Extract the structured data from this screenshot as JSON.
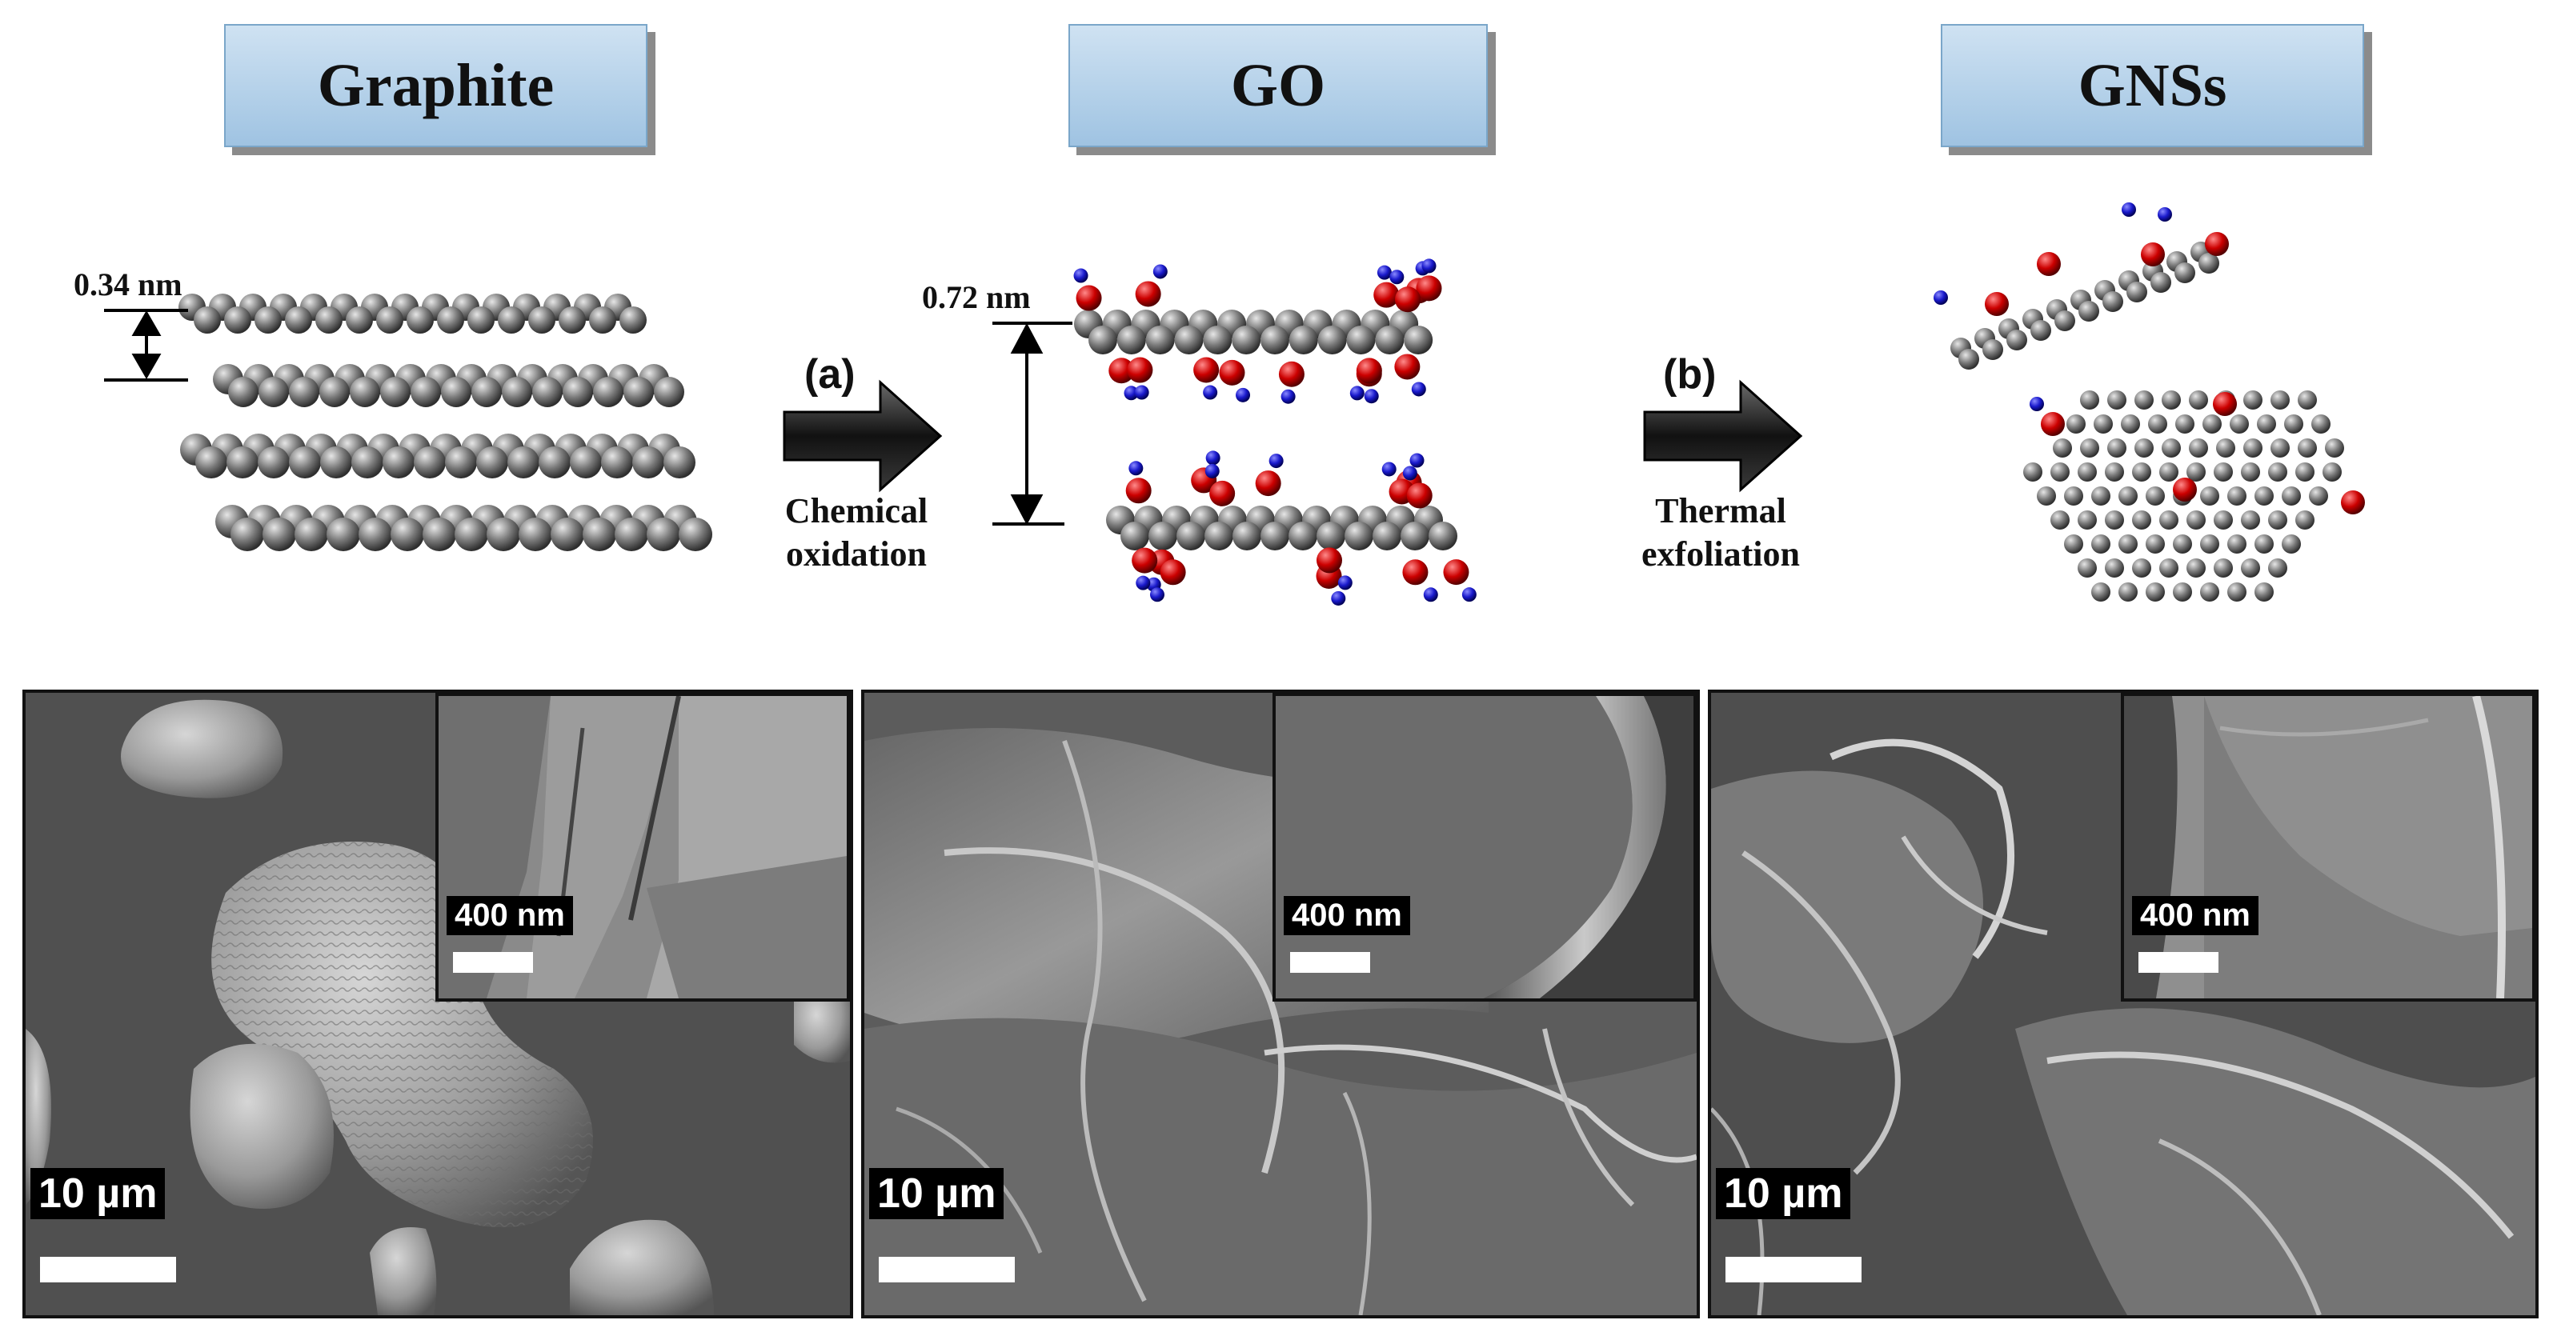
{
  "headers": [
    "Graphite",
    "GO",
    "GNSs"
  ],
  "dimensions": {
    "graphite_spacing": "0.34 nm",
    "go_spacing": "0.72 nm"
  },
  "steps": [
    {
      "marker": "(a)",
      "line1": "Chemical",
      "line2": "oxidation"
    },
    {
      "marker": "(b)",
      "line1": "Thermal",
      "line2": "exfoliation"
    }
  ],
  "panels": [
    {
      "main_scale": "10 µm",
      "inset_scale": "400 nm"
    },
    {
      "main_scale": "10 µm",
      "inset_scale": "400 nm"
    },
    {
      "main_scale": "10 µm",
      "inset_scale": "400 nm"
    }
  ],
  "colors": {
    "carbon": "#808080",
    "oxygen": "#cc0000",
    "hydrogen": "#1a1acc",
    "header_top": "#cfe2f2",
    "header_bottom": "#9fc3e2"
  }
}
